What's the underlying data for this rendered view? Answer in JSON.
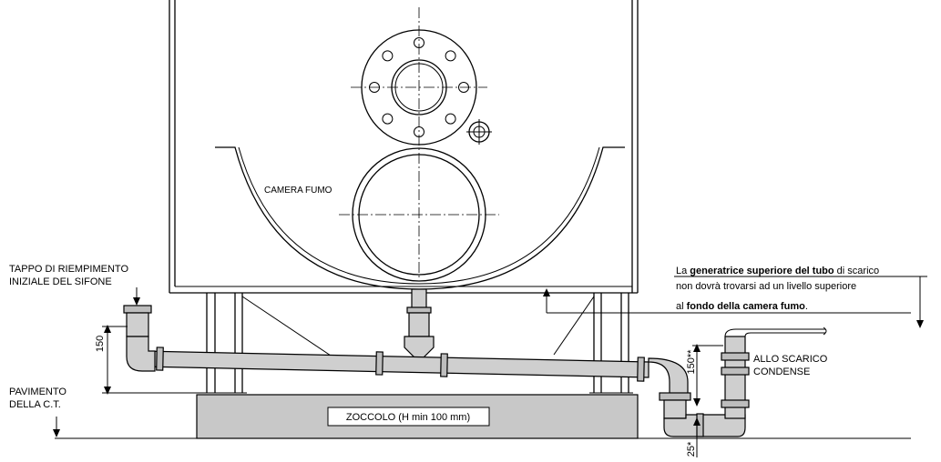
{
  "labels": {
    "camera_fumo": "CAMERA FUMO",
    "tappo_line1": "TAPPO DI RIEMPIMENTO",
    "tappo_line2": "INIZIALE DEL SIFONE",
    "pavimento_line1": "PAVIMENTO",
    "pavimento_line2": "DELLA C.T.",
    "zoccolo": "ZOCCOLO (H min 100 mm)",
    "scarico_line1": "ALLO SCARICO",
    "scarico_line2": "CONDENSE"
  },
  "note": {
    "line1_prefix": "La ",
    "line1_bold": "generatrice superiore del tubo",
    "line1_suffix": " di scarico",
    "line2": "non dovrà trovarsi ad un livello superiore",
    "line3_prefix": "al ",
    "line3_bold": "fondo della camera fumo",
    "line3_suffix": "."
  },
  "dimensions": {
    "left_height": "150",
    "right_height": "150**",
    "bottom_small": "25*"
  },
  "colors": {
    "pipe_fill": "#cfcfcf",
    "fitting_fill": "#bdbdbd",
    "base_fill": "#c8c8c8",
    "line": "#000000"
  }
}
